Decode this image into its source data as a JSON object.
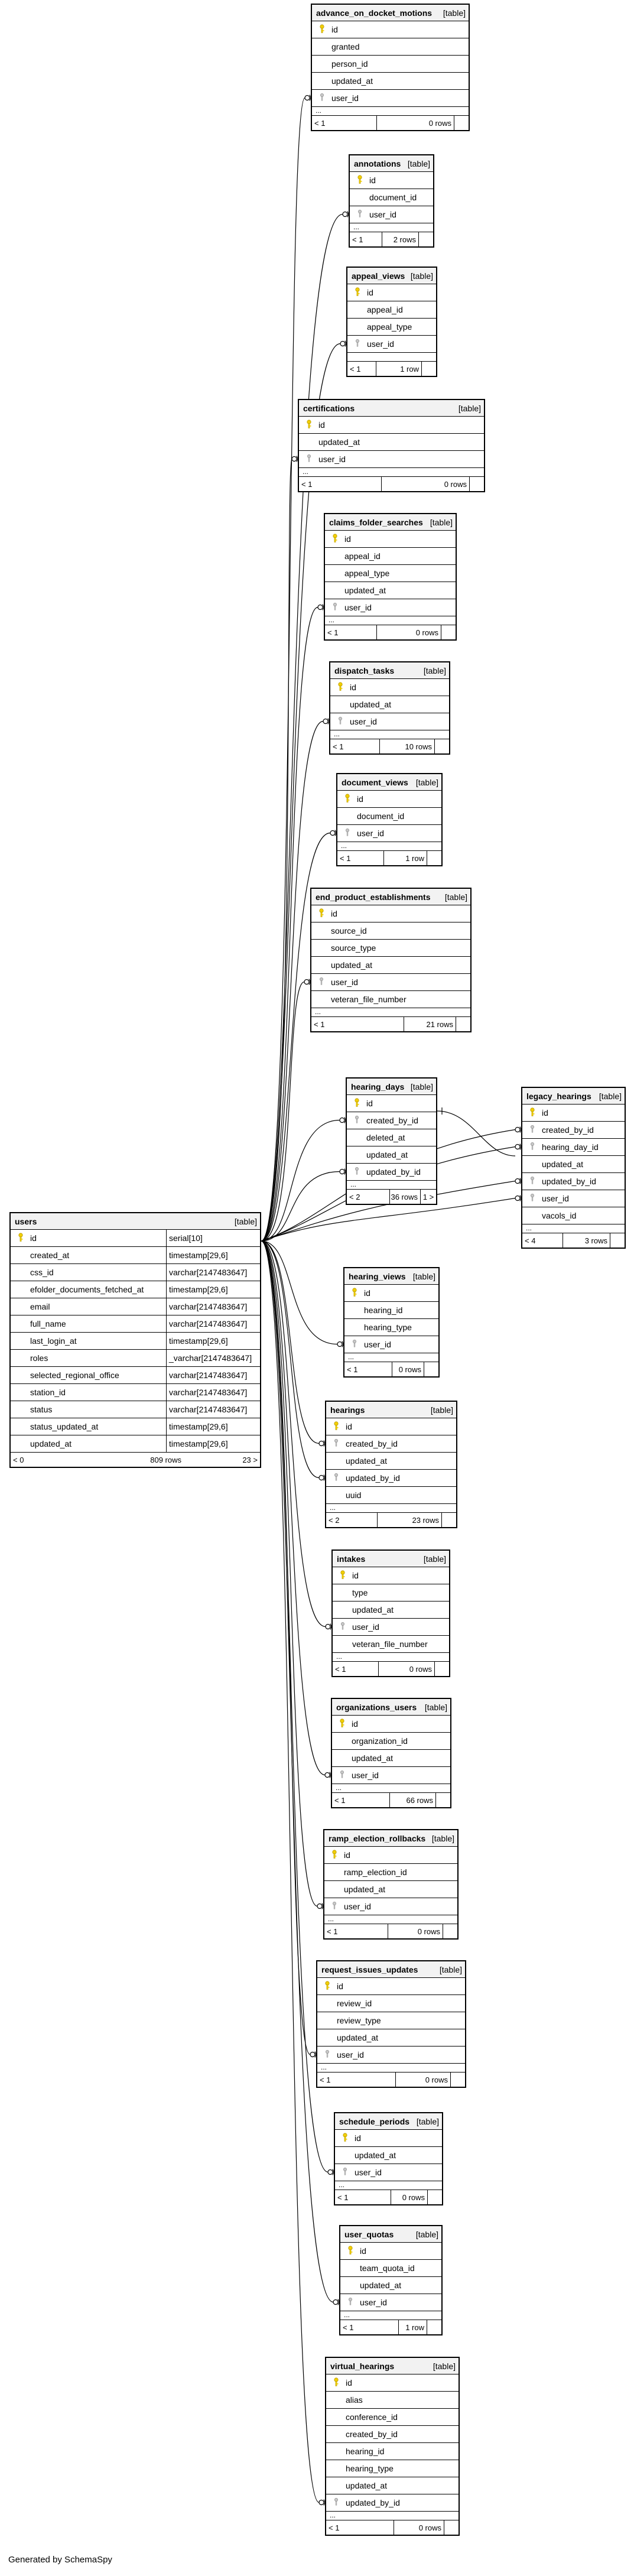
{
  "users": {
    "name": "users",
    "tag": "[table]",
    "columns": [
      {
        "name": "id",
        "type": "serial[10]",
        "key": true
      },
      {
        "name": "created_at",
        "type": "timestamp[29,6]"
      },
      {
        "name": "css_id",
        "type": "varchar[2147483647]"
      },
      {
        "name": "efolder_documents_fetched_at",
        "type": "timestamp[29,6]"
      },
      {
        "name": "email",
        "type": "varchar[2147483647]"
      },
      {
        "name": "full_name",
        "type": "varchar[2147483647]"
      },
      {
        "name": "last_login_at",
        "type": "timestamp[29,6]"
      },
      {
        "name": "roles",
        "type": "_varchar[2147483647]"
      },
      {
        "name": "selected_regional_office",
        "type": "varchar[2147483647]"
      },
      {
        "name": "station_id",
        "type": "varchar[2147483647]"
      },
      {
        "name": "status",
        "type": "varchar[2147483647]"
      },
      {
        "name": "status_updated_at",
        "type": "timestamp[29,6]"
      },
      {
        "name": "updated_at",
        "type": "timestamp[29,6]"
      }
    ],
    "footer": {
      "left": "< 0",
      "rows": "809 rows",
      "right": "23 >"
    }
  },
  "tables": [
    {
      "name": "advance_on_docket_motions",
      "tag": "[table]",
      "columns": [
        {
          "name": "id",
          "icon": "key"
        },
        {
          "name": "granted"
        },
        {
          "name": "person_id"
        },
        {
          "name": "updated_at"
        },
        {
          "name": "user_id",
          "icon": "fk"
        }
      ],
      "ellipsis": "...",
      "footer": {
        "left": "< 1",
        "rows": "0 rows"
      }
    },
    {
      "name": "annotations",
      "tag": "[table]",
      "columns": [
        {
          "name": "id",
          "icon": "key"
        },
        {
          "name": "document_id"
        },
        {
          "name": "user_id",
          "icon": "fk"
        }
      ],
      "ellipsis": "...",
      "footer": {
        "left": "< 1",
        "rows": "2 rows"
      }
    },
    {
      "name": "appeal_views",
      "tag": "[table]",
      "columns": [
        {
          "name": "id",
          "icon": "key"
        },
        {
          "name": "appeal_id"
        },
        {
          "name": "appeal_type"
        },
        {
          "name": "user_id",
          "icon": "fk"
        }
      ],
      "ellipsis": "",
      "footer": {
        "left": "< 1",
        "rows": "1 row"
      }
    },
    {
      "name": "certifications",
      "tag": "[table]",
      "columns": [
        {
          "name": "id",
          "icon": "key"
        },
        {
          "name": "updated_at"
        },
        {
          "name": "user_id",
          "icon": "fk"
        }
      ],
      "ellipsis": "...",
      "footer": {
        "left": "< 1",
        "rows": "0 rows"
      }
    },
    {
      "name": "claims_folder_searches",
      "tag": "[table]",
      "columns": [
        {
          "name": "id",
          "icon": "key"
        },
        {
          "name": "appeal_id"
        },
        {
          "name": "appeal_type"
        },
        {
          "name": "updated_at"
        },
        {
          "name": "user_id",
          "icon": "fk"
        }
      ],
      "ellipsis": "...",
      "footer": {
        "left": "< 1",
        "rows": "0 rows"
      }
    },
    {
      "name": "dispatch_tasks",
      "tag": "[table]",
      "columns": [
        {
          "name": "id",
          "icon": "key"
        },
        {
          "name": "updated_at"
        },
        {
          "name": "user_id",
          "icon": "fk"
        }
      ],
      "ellipsis": "...",
      "footer": {
        "left": "< 1",
        "rows": "10 rows"
      }
    },
    {
      "name": "document_views",
      "tag": "[table]",
      "columns": [
        {
          "name": "id",
          "icon": "key"
        },
        {
          "name": "document_id"
        },
        {
          "name": "user_id",
          "icon": "fk"
        }
      ],
      "ellipsis": "...",
      "footer": {
        "left": "< 1",
        "rows": "1 row"
      }
    },
    {
      "name": "end_product_establishments",
      "tag": "[table]",
      "columns": [
        {
          "name": "id",
          "icon": "key"
        },
        {
          "name": "source_id"
        },
        {
          "name": "source_type"
        },
        {
          "name": "updated_at"
        },
        {
          "name": "user_id",
          "icon": "fk"
        },
        {
          "name": "veteran_file_number"
        }
      ],
      "ellipsis": "...",
      "footer": {
        "left": "< 1",
        "rows": "21 rows"
      }
    },
    {
      "name": "hearing_days",
      "tag": "[table]",
      "columns": [
        {
          "name": "id",
          "icon": "key"
        },
        {
          "name": "created_by_id",
          "icon": "fk"
        },
        {
          "name": "deleted_at"
        },
        {
          "name": "updated_at"
        },
        {
          "name": "updated_by_id",
          "icon": "fk"
        }
      ],
      "ellipsis": "...",
      "footer": {
        "left": "< 2",
        "rows": "36 rows",
        "right": "1 >"
      }
    },
    {
      "name": "legacy_hearings",
      "tag": "[table]",
      "columns": [
        {
          "name": "id",
          "icon": "key"
        },
        {
          "name": "created_by_id",
          "icon": "fk"
        },
        {
          "name": "hearing_day_id",
          "icon": "fk"
        },
        {
          "name": "updated_at"
        },
        {
          "name": "updated_by_id",
          "icon": "fk"
        },
        {
          "name": "user_id",
          "icon": "fk"
        },
        {
          "name": "vacols_id"
        }
      ],
      "ellipsis": "...",
      "footer": {
        "left": "< 4",
        "rows": "3 rows"
      }
    },
    {
      "name": "hearing_views",
      "tag": "[table]",
      "columns": [
        {
          "name": "id",
          "icon": "key"
        },
        {
          "name": "hearing_id"
        },
        {
          "name": "hearing_type"
        },
        {
          "name": "user_id",
          "icon": "fk"
        }
      ],
      "ellipsis": "...",
      "footer": {
        "left": "< 1",
        "rows": "0 rows"
      }
    },
    {
      "name": "hearings",
      "tag": "[table]",
      "columns": [
        {
          "name": "id",
          "icon": "key"
        },
        {
          "name": "created_by_id",
          "icon": "fk"
        },
        {
          "name": "updated_at"
        },
        {
          "name": "updated_by_id",
          "icon": "fk"
        },
        {
          "name": "uuid"
        }
      ],
      "ellipsis": "...",
      "footer": {
        "left": "< 2",
        "rows": "23 rows"
      }
    },
    {
      "name": "intakes",
      "tag": "[table]",
      "columns": [
        {
          "name": "id",
          "icon": "key"
        },
        {
          "name": "type"
        },
        {
          "name": "updated_at"
        },
        {
          "name": "user_id",
          "icon": "fk"
        },
        {
          "name": "veteran_file_number"
        }
      ],
      "ellipsis": "...",
      "footer": {
        "left": "< 1",
        "rows": "0 rows"
      }
    },
    {
      "name": "organizations_users",
      "tag": "[table]",
      "columns": [
        {
          "name": "id",
          "icon": "key"
        },
        {
          "name": "organization_id"
        },
        {
          "name": "updated_at"
        },
        {
          "name": "user_id",
          "icon": "fk"
        }
      ],
      "ellipsis": "...",
      "footer": {
        "left": "< 1",
        "rows": "66 rows"
      }
    },
    {
      "name": "ramp_election_rollbacks",
      "tag": "[table]",
      "columns": [
        {
          "name": "id",
          "icon": "key"
        },
        {
          "name": "ramp_election_id"
        },
        {
          "name": "updated_at"
        },
        {
          "name": "user_id",
          "icon": "fk"
        }
      ],
      "ellipsis": "...",
      "footer": {
        "left": "< 1",
        "rows": "0 rows"
      }
    },
    {
      "name": "request_issues_updates",
      "tag": "[table]",
      "columns": [
        {
          "name": "id",
          "icon": "key"
        },
        {
          "name": "review_id"
        },
        {
          "name": "review_type"
        },
        {
          "name": "updated_at"
        },
        {
          "name": "user_id",
          "icon": "fk"
        }
      ],
      "ellipsis": "...",
      "footer": {
        "left": "< 1",
        "rows": "0 rows"
      }
    },
    {
      "name": "schedule_periods",
      "tag": "[table]",
      "columns": [
        {
          "name": "id",
          "icon": "key"
        },
        {
          "name": "updated_at"
        },
        {
          "name": "user_id",
          "icon": "fk"
        }
      ],
      "ellipsis": "...",
      "footer": {
        "left": "< 1",
        "rows": "0 rows"
      }
    },
    {
      "name": "user_quotas",
      "tag": "[table]",
      "columns": [
        {
          "name": "id",
          "icon": "key"
        },
        {
          "name": "team_quota_id"
        },
        {
          "name": "updated_at"
        },
        {
          "name": "user_id",
          "icon": "fk"
        }
      ],
      "ellipsis": "...",
      "footer": {
        "left": "< 1",
        "rows": "1 row"
      }
    },
    {
      "name": "virtual_hearings",
      "tag": "[table]",
      "columns": [
        {
          "name": "id",
          "icon": "key"
        },
        {
          "name": "alias"
        },
        {
          "name": "conference_id"
        },
        {
          "name": "created_by_id"
        },
        {
          "name": "hearing_id"
        },
        {
          "name": "hearing_type"
        },
        {
          "name": "updated_at"
        },
        {
          "name": "updated_by_id",
          "icon": "fk"
        }
      ],
      "ellipsis": "...",
      "footer": {
        "left": "< 1",
        "rows": "0 rows"
      }
    }
  ],
  "footer_text": "Generated by SchemaSpy"
}
